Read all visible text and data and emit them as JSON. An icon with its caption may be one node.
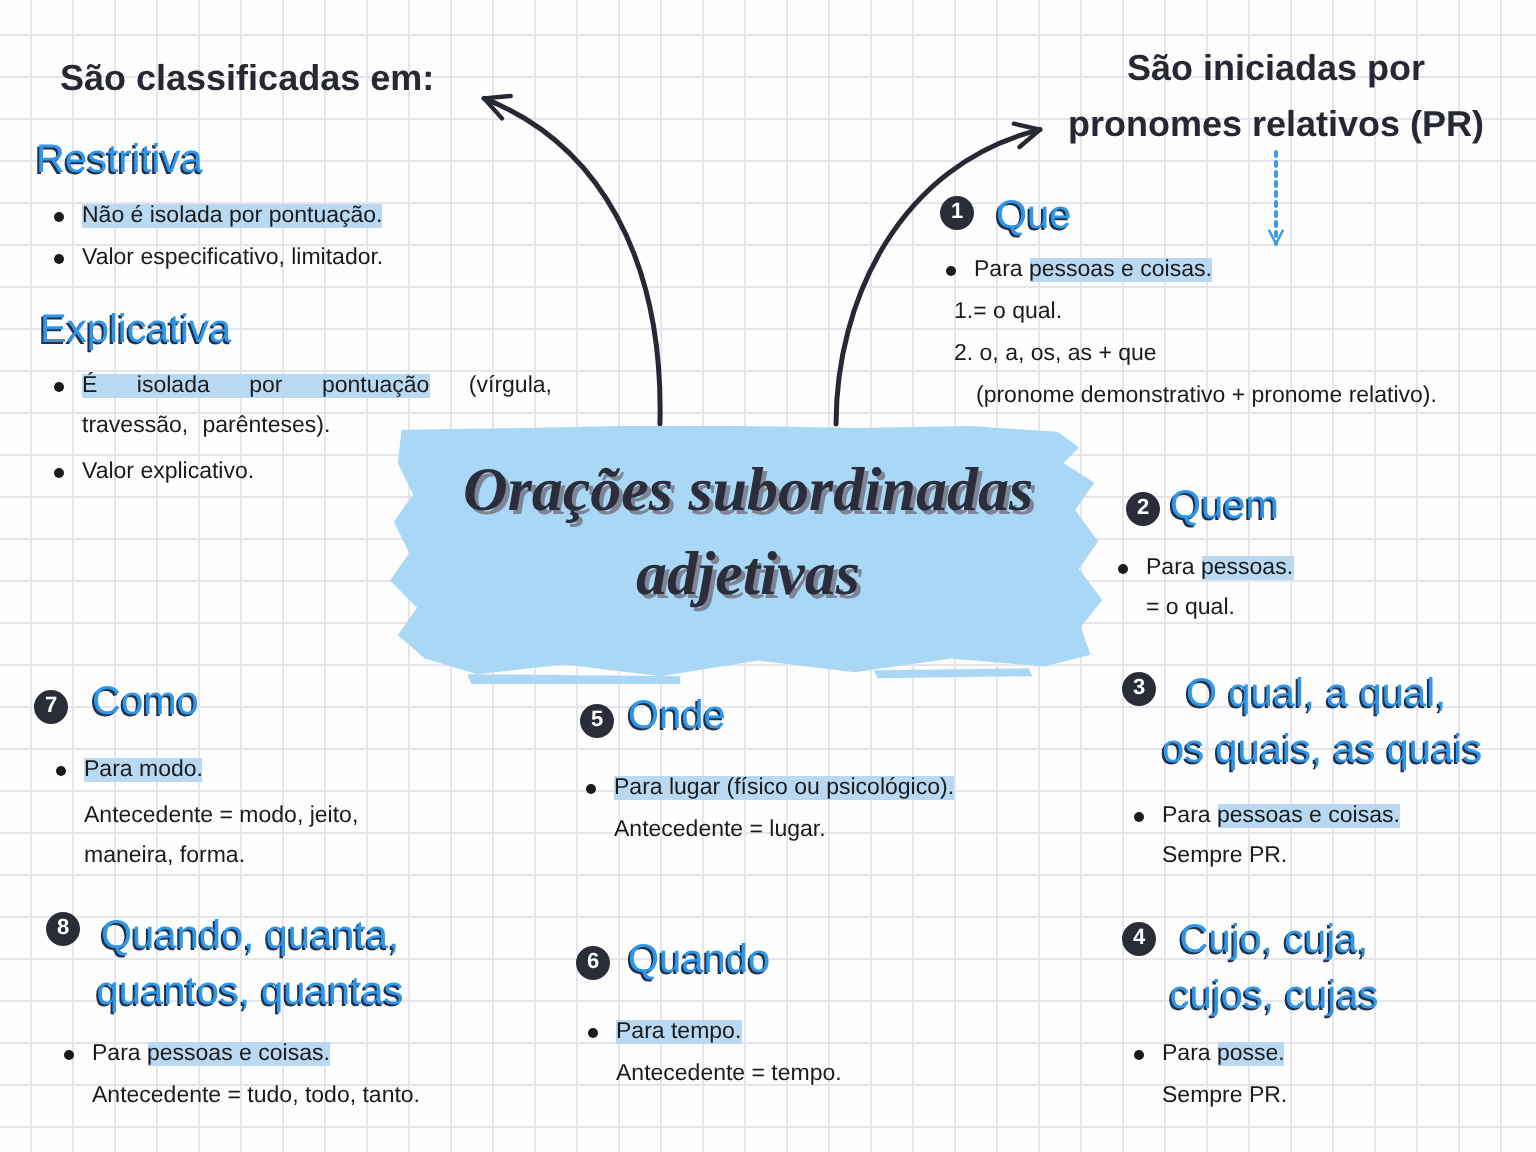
{
  "diagram": {
    "nodes": [
      {
        "text": [
          "Orações subordinadas adjetivas"
        ]
      },
      {
        "text": [
          "São classificadas em:"
        ]
      },
      {
        "text": [
          "São iniciadas por pronomes relativos (PR)"
        ]
      }
    ],
    "edges": [
      {
        "from": 0,
        "to": 1,
        "arrow": "to"
      },
      {
        "from": 0,
        "to": 2,
        "arrow": "to"
      },
      {
        "from": 2,
        "to": null,
        "arrow": "to",
        "style": "dashed",
        "color": "#3d9be9"
      }
    ],
    "labels": [
      "Restritiva",
      "Não é isolada por pontuação.",
      "Valor especificativo, limitador.",
      "Explicativa",
      "É isolada por pontuação (vírgula, travessão, parênteses).",
      "Valor explicativo.",
      "1",
      "Que",
      "Para pessoas e coisas.",
      "1.= o qual.",
      "2. o, a, os, as + que",
      "(pronome demonstrativo + pronome relativo).",
      "2",
      "Quem",
      "Para pessoas.",
      "= o qual.",
      "7",
      "Como",
      "Para modo.",
      "Antecedente = modo, jeito, maneira, forma.",
      "5",
      "Onde",
      "Para lugar (físico ou psicológico).",
      "Antecedente = lugar.",
      "3",
      "O qual, a qual, os quais, as quais",
      "Para pessoas e coisas.",
      "Sempre PR.",
      "8",
      "Quando, quanta, quantos, quantas",
      "Para pessoas e coisas.",
      "Antecedente = tudo, todo, tanto.",
      "6",
      "Quando",
      "Para tempo.",
      "Antecedente = tempo.",
      "4",
      "Cujo, cuja, cujos, cujas",
      "Para posse.",
      "Sempre PR."
    ]
  }
}
